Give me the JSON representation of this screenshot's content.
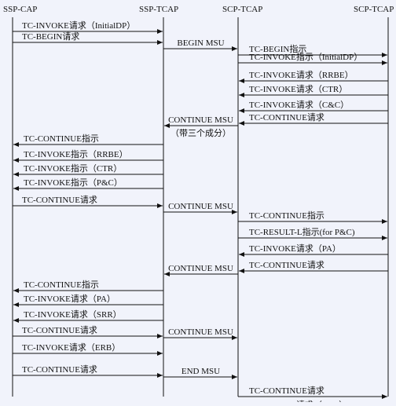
{
  "columns": [
    "SSP-CAP",
    "SSP-TCAP",
    "SCP-TCAP",
    "SCP-TCAP"
  ],
  "colors": {
    "background": "#f1f3fb",
    "line": "#111111"
  },
  "messages": [
    {
      "from": 0,
      "to": 1,
      "label": "TC-INVOKE请求（InitialDP）"
    },
    {
      "from": 0,
      "to": 1,
      "label": "TC-BEGIN请求"
    },
    {
      "from": 1,
      "to": 2,
      "label": "BEGIN MSU"
    },
    {
      "from": 2,
      "to": 3,
      "label": "TC-BEGIN指示"
    },
    {
      "from": 2,
      "to": 3,
      "label": "TC-INVOKE指示（InitialDP）"
    },
    {
      "from": 3,
      "to": 2,
      "label": "TC-INVOKE请求（RRBE）"
    },
    {
      "from": 3,
      "to": 2,
      "label": "TC-INVOKE请求（CTR）"
    },
    {
      "from": 3,
      "to": 2,
      "label": "TC-INVOKE请求（C&C）"
    },
    {
      "from": 3,
      "to": 2,
      "label": "TC-CONTINUE请求"
    },
    {
      "from": 2,
      "to": 1,
      "label": "CONTINUE MSU",
      "note": "（带三个成分）"
    },
    {
      "from": 1,
      "to": 0,
      "label": "TC-CONTINUE指示"
    },
    {
      "from": 1,
      "to": 0,
      "label": "TC-INVOKE指示（RRBE）"
    },
    {
      "from": 1,
      "to": 0,
      "label": "TC-INVOKE指示（CTR）"
    },
    {
      "from": 1,
      "to": 0,
      "label": "TC-INVOKE指示（P&C）"
    },
    {
      "from": 0,
      "to": 1,
      "label": "TC-CONTINUE请求"
    },
    {
      "from": 1,
      "to": 2,
      "label": "CONTINUE MSU"
    },
    {
      "from": 2,
      "to": 3,
      "label": "TC-CONTINUE指示"
    },
    {
      "from": 2,
      "to": 3,
      "label": "TC-RESULT-L指示(for P&C)"
    },
    {
      "from": 3,
      "to": 2,
      "label": "TC-INVOKE请求（PA）"
    },
    {
      "from": 3,
      "to": 2,
      "label": "TC-CONTINUE请求"
    },
    {
      "from": 2,
      "to": 1,
      "label": "CONTINUE MSU"
    },
    {
      "from": 1,
      "to": 0,
      "label": "TC-CONTINUE指示"
    },
    {
      "from": 1,
      "to": 0,
      "label": "TC-INVOKE请求（PA）"
    },
    {
      "from": 1,
      "to": 0,
      "label": "TC-INVOKE请求（SRR）"
    },
    {
      "from": 0,
      "to": 1,
      "label": "TC-CONTINUE请求"
    },
    {
      "from": 1,
      "to": 2,
      "label": "CONTINUE MSU"
    },
    {
      "from": 0,
      "to": 1,
      "label": "TC-INVOKE请求（ERB）"
    },
    {
      "from": 0,
      "to": 1,
      "label": "TC-CONTINUE请求"
    },
    {
      "from": 1,
      "to": 2,
      "label": "END MSU"
    },
    {
      "from": 2,
      "to": 3,
      "label": "TC-CONTINUE请求"
    },
    {
      "from": 2,
      "to": 3,
      "label": "TC-INVOKE请求（ERB）"
    }
  ]
}
